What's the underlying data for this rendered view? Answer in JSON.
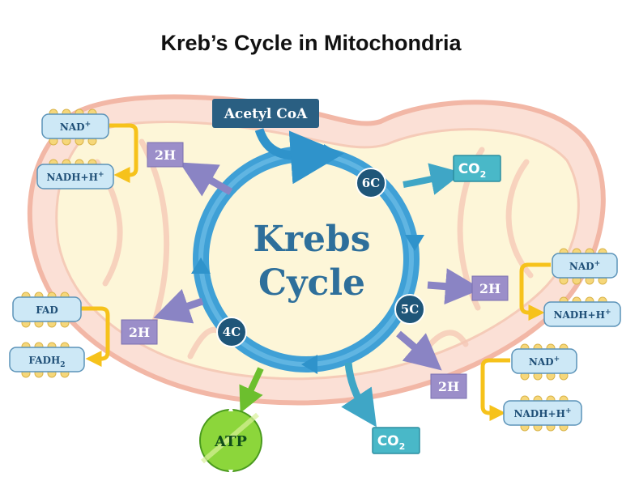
{
  "title": "Kreb’s Cycle in Mitochondria",
  "cycle_label": {
    "line1": "Krebs",
    "line2": "Cycle"
  },
  "input": "Acetyl CoA",
  "intermediates": {
    "six_carbon": "6C",
    "five_carbon": "5C",
    "four_carbon": "4C"
  },
  "carbon_dioxide": {
    "base": "CO",
    "subscript": "2"
  },
  "hydrogen_box": "2H",
  "nad": {
    "base": "NAD",
    "sup": "+"
  },
  "nadh": {
    "base": "NADH+H",
    "sup": "+"
  },
  "fad": "FAD",
  "fadh2": {
    "base": "FADH",
    "sub": "2"
  },
  "atp": "ATP",
  "colors": {
    "membrane": "#fbe0d6",
    "membrane_stroke": "#f2b7a6",
    "matrix": "#fdf6d8",
    "cycle_blue": "#3fa0d6",
    "badge": "#1f5679",
    "hydrogen_box": "#9b8ec9",
    "pill": "#cde8f6",
    "yellow_arrow": "#f6c21b",
    "co2_box": "#49b8c8",
    "atp_green": "#8cd63b"
  }
}
